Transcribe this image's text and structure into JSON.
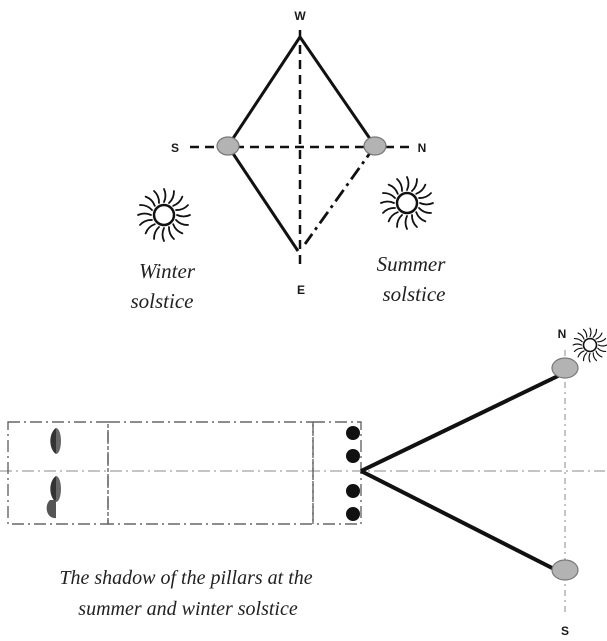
{
  "compass_top": {
    "west": "W",
    "east": "E",
    "south": "S",
    "north": "N"
  },
  "compass_bottom": {
    "north": "N",
    "south": "S"
  },
  "winter_caption": {
    "line1": "Winter",
    "line2": "solstice"
  },
  "summer_caption": {
    "line1": "Summer",
    "line2": "solstice"
  },
  "bottom_caption": {
    "line1": "The shadow of the pillars at the",
    "line2": "summer and winter solstice"
  },
  "icons": [
    "sun-icon",
    "pillar-disc",
    "pillar-shadow"
  ],
  "colors": {
    "stroke": "#111111",
    "pillar": "#b3b3b3",
    "pillar_edge": "#777777",
    "guide": "#888888"
  }
}
